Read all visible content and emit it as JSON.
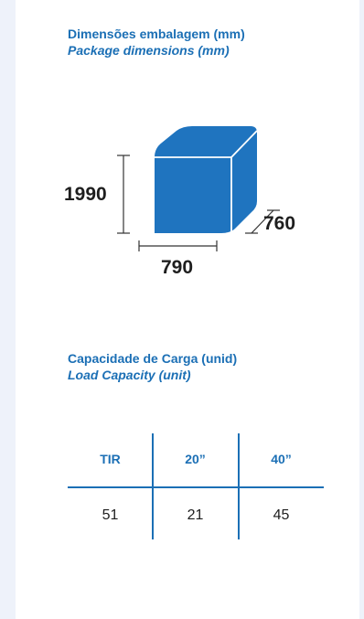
{
  "dimensions_section": {
    "title_pt": "Dimensões embalagem (mm)",
    "title_en": "Package dimensions (mm)",
    "height": "1990",
    "depth": "760",
    "width": "790"
  },
  "load_section": {
    "title_pt": "Capacidade de Carga (unid)",
    "title_en": "Load Capacity (unit)",
    "columns": [
      "TIR",
      "20”",
      "40”"
    ],
    "values": [
      "51",
      "21",
      "45"
    ]
  },
  "colors": {
    "accent": "#1b6fb5",
    "box_fill": "#1f74bf",
    "text": "#1e1e1e"
  }
}
